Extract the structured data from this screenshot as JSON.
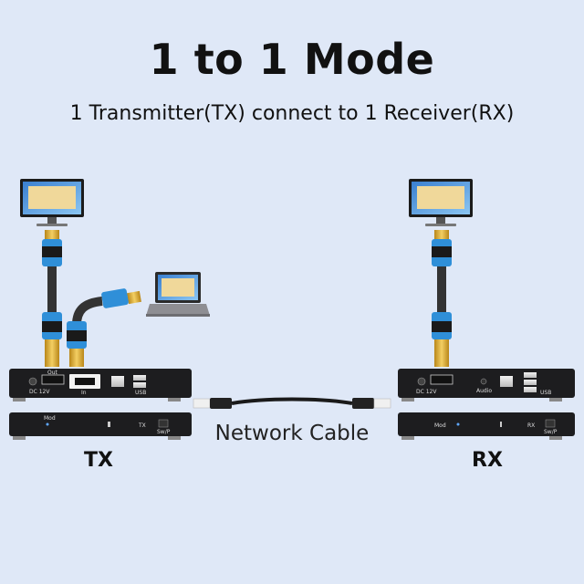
{
  "title": "1 to 1 Mode",
  "subtitle": "1 Transmitter(TX) connect to 1 Receiver(RX)",
  "cable_label": "Network Cable",
  "tx_label": "TX",
  "rx_label": "RX",
  "tx_front": {
    "led": "Mod",
    "side": "TX",
    "port": "Sw/P"
  },
  "rx_front": {
    "led": "Mod",
    "side": "RX",
    "port": "Sw/P"
  },
  "tx_back": {
    "dc": "DC 12V",
    "out": "Out",
    "in": "In",
    "usb": "USB"
  },
  "rx_back": {
    "dc": "DC 12V",
    "audio": "Audio",
    "usb": "USB"
  },
  "colors": {
    "background": "#dfe8f7",
    "cable_blue": "#2f8fd8",
    "gold": "#d9a531",
    "device": "#1d1d1f"
  },
  "icons": [
    "monitor-icon",
    "laptop-icon",
    "hdmi-cable-icon",
    "network-cable-icon"
  ]
}
